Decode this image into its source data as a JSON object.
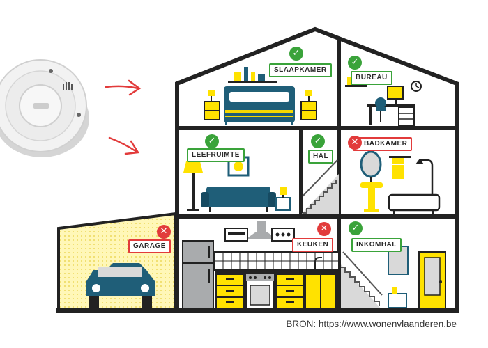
{
  "rooms": {
    "slaapkamer": {
      "label": "SLAAPKAMER",
      "status": "ok"
    },
    "bureau": {
      "label": "BUREAU",
      "status": "ok"
    },
    "leefruimte": {
      "label": "LEEFRUIMTE",
      "status": "ok"
    },
    "hal": {
      "label": "HAL",
      "status": "ok"
    },
    "badkamer": {
      "label": "BADKAMER",
      "status": "not-recommended"
    },
    "garage": {
      "label": "GARAGE",
      "status": "not-recommended"
    },
    "keuken": {
      "label": "KEUKEN",
      "status": "not-recommended"
    },
    "inkomhal": {
      "label": "INKOMHAL",
      "status": "ok"
    }
  },
  "symbols": {
    "ok": "✓",
    "not_recommended": "✕"
  },
  "source": "BRON: https://www.wonenvlaanderen.be",
  "device_label": "",
  "colors": {
    "wall": "#222222",
    "accent_yellow": "#ffe200",
    "furniture_teal": "#1f5e78",
    "ok_green": "#3aa33a",
    "bad_red": "#e23b3b",
    "arrow_red": "#e23b3b",
    "garage_fill": "#fff7b8",
    "appliance_grey": "#a9abad"
  },
  "icons": {
    "device": "smoke-detector-icon",
    "arrows": "arrow-right-icon",
    "ok_badge": "check-icon",
    "bad_badge": "cross-icon"
  }
}
